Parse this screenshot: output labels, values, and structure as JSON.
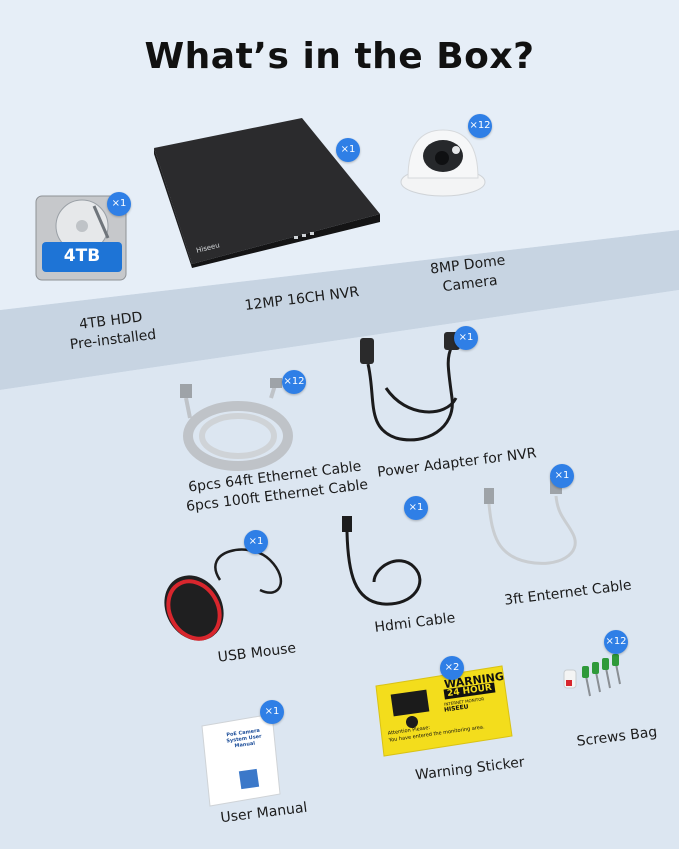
{
  "title": "What’s in the Box?",
  "colors": {
    "background": "#dde7f2",
    "shelf": "#c9d6e4",
    "badge": "#2f7fe6",
    "sticker_yellow": "#f3dd1c"
  },
  "items": {
    "hdd": {
      "label_line1": "4TB HDD",
      "label_line2": "Pre-installed",
      "badge": "×1",
      "disk_text": "4TB"
    },
    "nvr": {
      "label": "12MP 16CH NVR",
      "badge": "×1",
      "brand": "Hiseeu"
    },
    "camera": {
      "label_line1": "8MP Dome",
      "label_line2": "Camera",
      "badge": "×12"
    },
    "ethernet": {
      "label_line1": "6pcs 64ft Ethernet Cable",
      "label_line2": "6pcs 100ft Ethernet Cable",
      "badge": "×12"
    },
    "power": {
      "label": "Power Adapter for NVR",
      "badge": "×1"
    },
    "mouse": {
      "label": "USB Mouse",
      "badge": "×1"
    },
    "hdmi": {
      "label": "Hdmi Cable",
      "badge": "×1"
    },
    "short_ethernet": {
      "label": "3ft Enternet Cable",
      "badge": "×1"
    },
    "manual": {
      "label": "User Manual",
      "badge": "×1",
      "cover_line1": "PoE Camera",
      "cover_line2": "System User Manual"
    },
    "sticker": {
      "label": "Warning Sticker",
      "badge": "×2",
      "heading": "WARNING",
      "sub1": "24 HOUR",
      "sub2": "INTERNET MONITOR",
      "brand": "HISEEU",
      "note1": "Attention Please:",
      "note2": "You have entered the monitoring area."
    },
    "screws": {
      "label": "Screws Bag",
      "badge": "×12"
    }
  }
}
